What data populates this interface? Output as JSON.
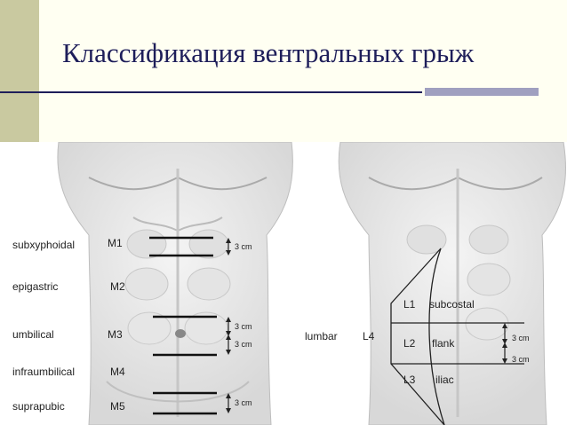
{
  "slide": {
    "title": "Классификация вентральных грыж"
  },
  "midline": {
    "zones": [
      {
        "name": "subxyphoidal",
        "code": "M1"
      },
      {
        "name": "epigastric",
        "code": "M2"
      },
      {
        "name": "umbilical",
        "code": "M3"
      },
      {
        "name": "infraumbilical",
        "code": "M4"
      },
      {
        "name": "suprapubic",
        "code": "M5"
      }
    ],
    "distances": [
      "3 cm",
      "3 cm",
      "3 cm",
      "3 cm"
    ]
  },
  "lateral": {
    "region_name": "lumbar",
    "region_code": "L4",
    "zones": [
      {
        "code": "L1",
        "name": "subcostal"
      },
      {
        "code": "L2",
        "name": "flank"
      },
      {
        "code": "L3",
        "name": "iliac"
      }
    ],
    "distances": [
      "3 cm",
      "3 cm"
    ]
  },
  "colors": {
    "title": "#1e1e5a",
    "header_bg": "#fffff2",
    "strip": "#c9c9a0",
    "accent_bar": "#a0a0c0"
  }
}
